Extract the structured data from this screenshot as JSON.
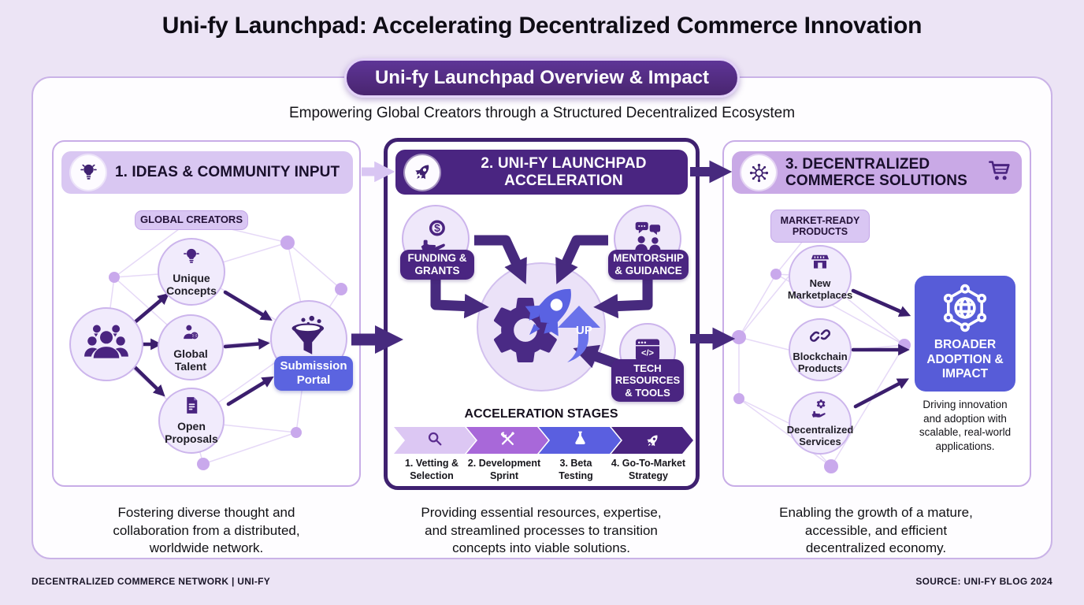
{
  "header": {
    "title": "Uni-fy Launchpad: Accelerating Decentralized Commerce Innovation",
    "badge": "Uni-fy Launchpad Overview & Impact",
    "subtitle": "Empowering Global Creators through a Structured Decentralized Ecosystem"
  },
  "colors": {
    "page_bg": "#ece4f5",
    "accent_dark_purple": "#3f2170",
    "panel2_header": "#4a2581",
    "light_purple": "#d9c6f3",
    "mid_purple": "#c9a9e6",
    "indigo": "#575cd8",
    "chevron_1": "#dcc7f3",
    "chevron_2": "#a868d9",
    "chevron_3": "#5a5fe0",
    "chevron_4": "#4a2481"
  },
  "panel1": {
    "title": "1. IDEAS & COMMUNITY INPUT",
    "tag": "GLOBAL CREATORS",
    "nodes": [
      {
        "label": "Unique\nConcepts"
      },
      {
        "label": "Global\nTalent"
      },
      {
        "label": "Open\nProposals"
      }
    ],
    "portal_label": "Submission\nPortal",
    "caption": "Fostering diverse thought and\ncollaboration from a distributed,\nworldwide network."
  },
  "panel2": {
    "title": "2. UNI-FY LAUNCHPAD\nACCELERATION",
    "resources": [
      {
        "label": "FUNDING &\nGRANTS"
      },
      {
        "label": "MENTORSHIP\n& GUIDANCE"
      },
      {
        "label": "TECH\nRESOURCES\n& TOOLS"
      }
    ],
    "up_label": "UP",
    "stages_title": "ACCELERATION STAGES",
    "stages": [
      {
        "label": "1. Vetting &\nSelection"
      },
      {
        "label": "2. Development\nSprint"
      },
      {
        "label": "3. Beta\nTesting"
      },
      {
        "label": "4. Go-To-Market\nStrategy"
      }
    ],
    "caption": "Providing essential resources, expertise,\nand streamlined processes to transition\nconcepts into viable solutions."
  },
  "panel3": {
    "title": "3. DECENTRALIZED\nCOMMERCE SOLUTIONS",
    "tag": "MARKET-READY\nPRODUCTS",
    "nodes": [
      {
        "label": "New\nMarketplaces"
      },
      {
        "label": "Blockchain\nProducts"
      },
      {
        "label": "Decentralized\nServices"
      }
    ],
    "impact_label": "BROADER\nADOPTION &\nIMPACT",
    "impact_desc": "Driving innovation\nand adoption with\nscalable, real-world\napplications.",
    "caption": "Enabling the growth of a mature,\naccessible, and efficient\ndecentralized economy."
  },
  "footer": {
    "left": "DECENTRALIZED COMMERCE NETWORK | UNI-FY",
    "right": "SOURCE: UNI-FY BLOG 2024"
  }
}
